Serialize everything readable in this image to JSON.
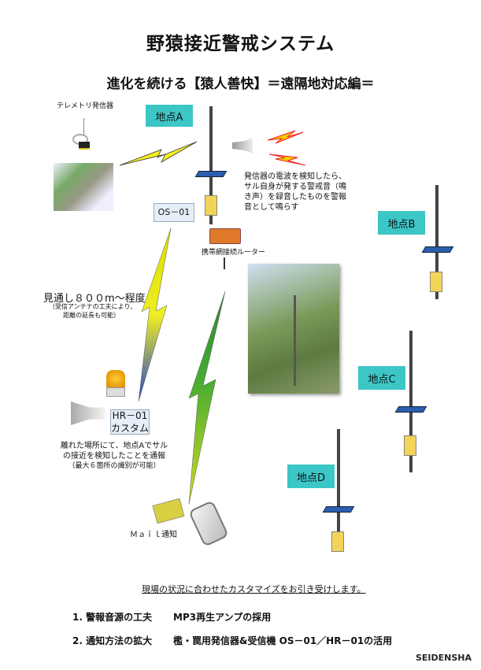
{
  "title": "野猿接近警戒システム",
  "subtitle": "進化を続ける【猿人善快】＝遠隔地対応編＝",
  "transmitter_label": "テレメトリ発信器",
  "points": {
    "a": "地点A",
    "b": "地点B",
    "c": "地点C",
    "d": "地点D"
  },
  "os01": "OS－01",
  "alarm_note": [
    "発信器の電波を検知したら、",
    "サル自身が発する警戒音（鳴",
    "き声）を録音したものを警報",
    "音として鳴らす"
  ],
  "router_label": "携帯網接続ルーター",
  "range": {
    "main": "見通し８００m～程度",
    "sub1": "（受信アンテナの工夫により、",
    "sub2": "距離の延長も可能）"
  },
  "hr01": {
    "line1": "HR－01",
    "line2": "カスタム"
  },
  "hr_note": {
    "line1": "離れた場所にて、地点Aでサル",
    "line2": "の接近を検知したことを通報",
    "line3": "（最大６箇所の識別が可能）"
  },
  "mail_label": "Ｍａｉｌ通知",
  "custom_note": "現場の状況に合わせたカスタマイズをお引き受けします。",
  "items": [
    {
      "num": "1.",
      "head": "警報音源の工夫",
      "body": "MP3再生アンプの採用"
    },
    {
      "num": "2.",
      "head": "通知方法の拡大",
      "body": "檻・罠用発信器&受信機 OS－01／HR－01の活用"
    }
  ],
  "logo": "SEIDENSHA"
}
